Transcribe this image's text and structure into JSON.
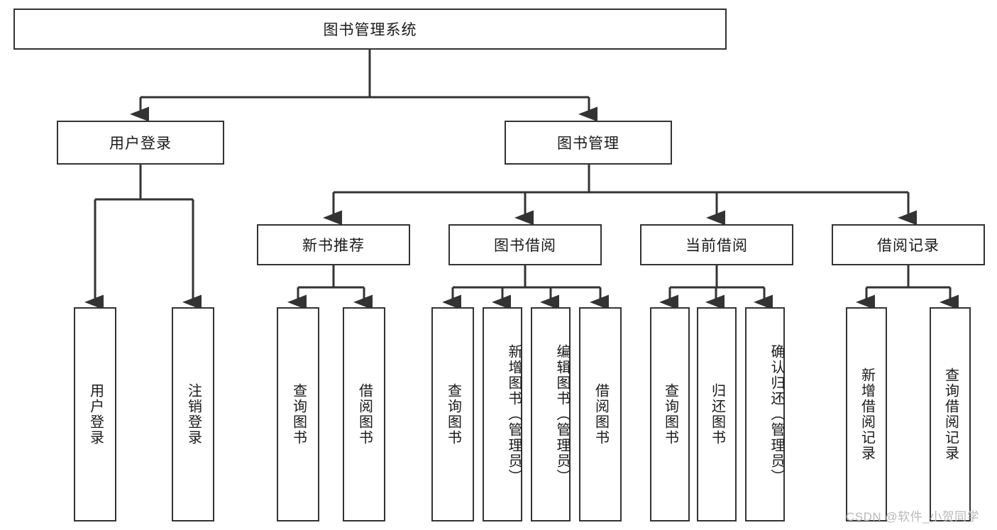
{
  "diagram": {
    "type": "tree-hierarchy",
    "title": "图书管理系统",
    "root": {
      "id": "root",
      "label": "图书管理系统",
      "level": 0
    },
    "level1": [
      {
        "id": "user-login",
        "label": "用户登录"
      },
      {
        "id": "book-management",
        "label": "图书管理"
      }
    ],
    "level2": [
      {
        "id": "new-book-recommend",
        "label": "新书推荐",
        "parent": "book-management"
      },
      {
        "id": "book-borrow",
        "label": "图书借阅",
        "parent": "book-management"
      },
      {
        "id": "current-borrow",
        "label": "当前借阅",
        "parent": "book-management"
      },
      {
        "id": "borrow-record",
        "label": "借阅记录",
        "parent": "book-management"
      }
    ],
    "leaves": {
      "user_login": [
        {
          "id": "leaf-user-login",
          "label": "用户登录"
        },
        {
          "id": "leaf-user-logout",
          "label": "注销登录"
        }
      ],
      "new_book_recommend": [
        {
          "id": "leaf-query-book-1",
          "label": "查询图书"
        },
        {
          "id": "leaf-borrow-book-1",
          "label": "借阅图书"
        }
      ],
      "book_borrow": [
        {
          "id": "leaf-query-book-2",
          "label": "查询图书"
        },
        {
          "id": "leaf-add-book",
          "label": "新增图书（管理员）"
        },
        {
          "id": "leaf-edit-book",
          "label": "编辑图书（管理员）"
        },
        {
          "id": "leaf-borrow-book-2",
          "label": "借阅图书"
        }
      ],
      "current_borrow": [
        {
          "id": "leaf-query-book-3",
          "label": "查询图书"
        },
        {
          "id": "leaf-return-book",
          "label": "归还图书"
        },
        {
          "id": "leaf-confirm-return",
          "label": "确认归还（管理员）"
        }
      ],
      "borrow_record": [
        {
          "id": "leaf-add-record",
          "label": "新增借阅记录"
        },
        {
          "id": "leaf-query-record",
          "label": "查询借阅记录"
        }
      ]
    },
    "watermark": "CSDN @软件_小贺同学",
    "colors": {
      "stroke": "#333333",
      "fill": "#ffffff",
      "text": "#1a1a1a",
      "watermark": "#b9b9b9"
    }
  }
}
